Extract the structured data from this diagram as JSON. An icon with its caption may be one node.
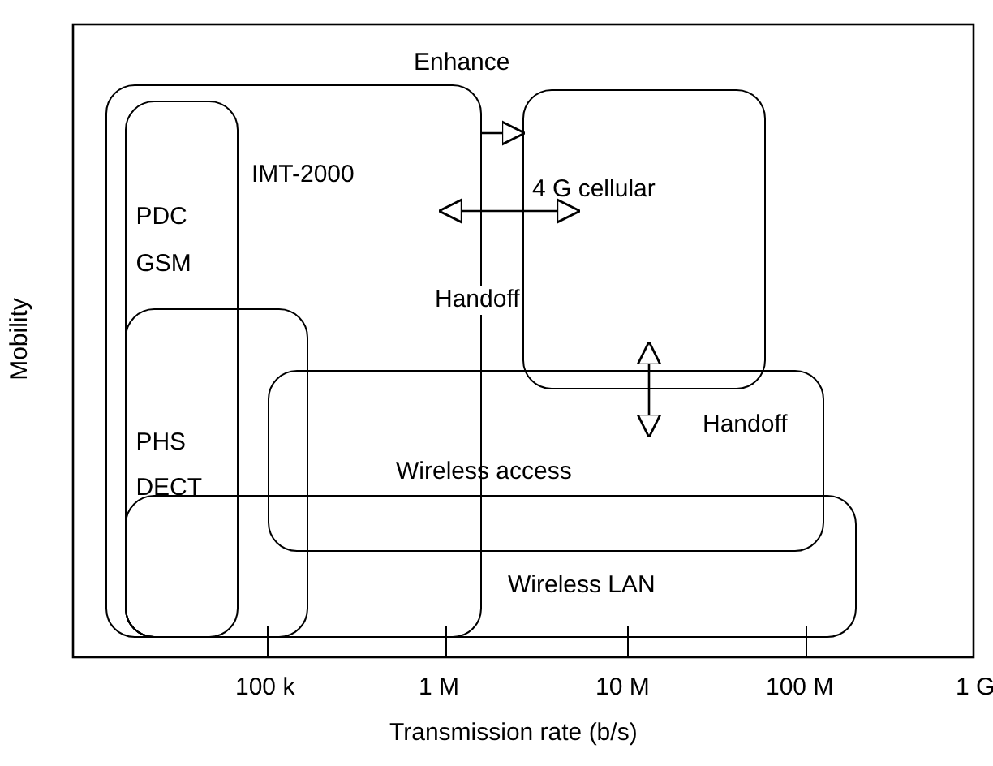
{
  "diagram": {
    "nodes": [
      {
        "text": [
          "IMT-2000"
        ]
      },
      {
        "text": [
          "PDC",
          "GSM"
        ],
        "in": 0
      },
      {
        "text": [
          "PHS",
          "DECT"
        ],
        "in": 0
      },
      {
        "text": [
          "4 G cellular"
        ]
      },
      {
        "text": [
          "Wireless access"
        ]
      },
      {
        "text": [
          "Wireless LAN"
        ]
      }
    ],
    "edges": [
      {
        "from": 0,
        "to": 3,
        "arrow": "to",
        "label": "Enhance"
      },
      {
        "from": 0,
        "to": 3,
        "arrow": "both",
        "label": "Handoff"
      },
      {
        "from": 3,
        "to": 4,
        "arrow": "both",
        "label": "Handoff"
      }
    ],
    "labels": [
      "100 k",
      "1 M",
      "10 M",
      "100 M",
      "1 G",
      "Mobility",
      "Transmission rate (b/s)"
    ]
  }
}
